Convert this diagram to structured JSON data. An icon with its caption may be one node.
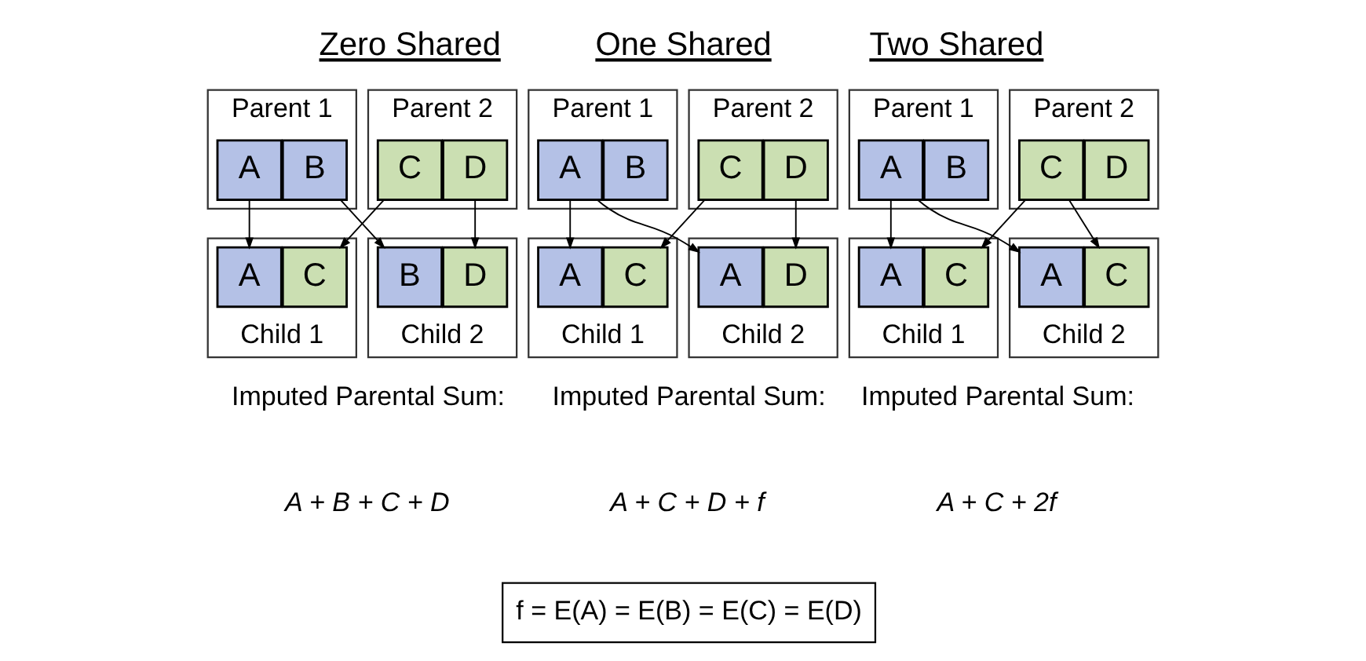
{
  "diagram": {
    "nodes": [
      {
        "text": [
          "Parent 1"
        ]
      },
      {
        "text": [
          "A"
        ],
        "in": 0
      },
      {
        "text": [
          "B"
        ],
        "in": 0
      },
      {
        "text": [
          "Parent 2"
        ]
      },
      {
        "text": [
          "C"
        ],
        "in": 3
      },
      {
        "text": [
          "D"
        ],
        "in": 3
      },
      {
        "text": [
          "Child 1"
        ]
      },
      {
        "text": [
          "A"
        ],
        "in": 6
      },
      {
        "text": [
          "C"
        ],
        "in": 6
      },
      {
        "text": [
          "Child 2"
        ]
      },
      {
        "text": [
          "B"
        ],
        "in": 9
      },
      {
        "text": [
          "D"
        ],
        "in": 9
      },
      {
        "text": [
          "Parent 1"
        ]
      },
      {
        "text": [
          "A"
        ],
        "in": 12
      },
      {
        "text": [
          "B"
        ],
        "in": 12
      },
      {
        "text": [
          "Parent 2"
        ]
      },
      {
        "text": [
          "C"
        ],
        "in": 15
      },
      {
        "text": [
          "D"
        ],
        "in": 15
      },
      {
        "text": [
          "Child 1"
        ]
      },
      {
        "text": [
          "A"
        ],
        "in": 18
      },
      {
        "text": [
          "C"
        ],
        "in": 18
      },
      {
        "text": [
          "Child 2"
        ]
      },
      {
        "text": [
          "A"
        ],
        "in": 21
      },
      {
        "text": [
          "D"
        ],
        "in": 21
      },
      {
        "text": [
          "Parent 1"
        ]
      },
      {
        "text": [
          "A"
        ],
        "in": 24
      },
      {
        "text": [
          "B"
        ],
        "in": 24
      },
      {
        "text": [
          "Parent 2"
        ]
      },
      {
        "text": [
          "C"
        ],
        "in": 27
      },
      {
        "text": [
          "D"
        ],
        "in": 27
      },
      {
        "text": [
          "Child 1"
        ]
      },
      {
        "text": [
          "A"
        ],
        "in": 30
      },
      {
        "text": [
          "C"
        ],
        "in": 30
      },
      {
        "text": [
          "Child 2"
        ]
      },
      {
        "text": [
          "A"
        ],
        "in": 33
      },
      {
        "text": [
          "C"
        ],
        "in": 33
      },
      {
        "text": [
          "f = E(A) = E(B) = E(C) = E(D)"
        ]
      }
    ],
    "edges": [
      {
        "from": 1,
        "to": 7,
        "arrow": "to"
      },
      {
        "from": 2,
        "to": 10,
        "arrow": "to"
      },
      {
        "from": 4,
        "to": 8,
        "arrow": "to"
      },
      {
        "from": 5,
        "to": 11,
        "arrow": "to"
      },
      {
        "from": 13,
        "to": 19,
        "arrow": "to"
      },
      {
        "from": 13,
        "to": 22,
        "arrow": "to"
      },
      {
        "from": 16,
        "to": 20,
        "arrow": "to"
      },
      {
        "from": 17,
        "to": 23,
        "arrow": "to"
      },
      {
        "from": 25,
        "to": 31,
        "arrow": "to"
      },
      {
        "from": 25,
        "to": 34,
        "arrow": "to"
      },
      {
        "from": 28,
        "to": 32,
        "arrow": "to"
      },
      {
        "from": 28,
        "to": 35,
        "arrow": "to"
      }
    ],
    "labels": [
      "Zero Shared",
      "One Shared",
      "Two Shared",
      "Imputed Parental Sum:",
      "A + B + C + D",
      "Imputed Parental Sum:",
      "A + C + D + f",
      "Imputed Parental Sum:",
      "A + C + 2f"
    ]
  }
}
